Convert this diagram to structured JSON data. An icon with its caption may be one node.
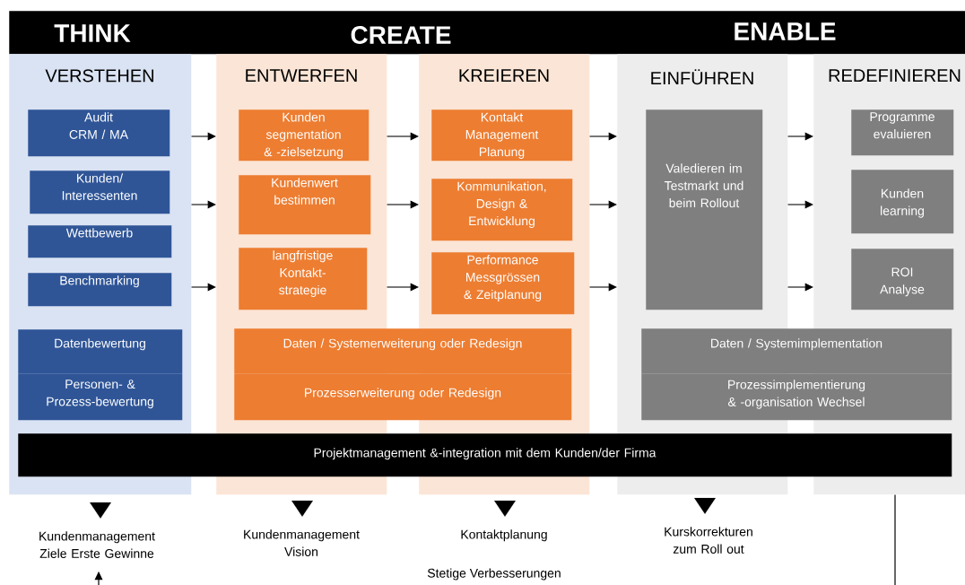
{
  "diagram": {
    "nodes": [
      {
        "text": [
          "THINK",
          "CREATE",
          "ENABLE"
        ]
      },
      {
        "text": [
          "VERSTEHEN"
        ]
      },
      {
        "text": [
          "Audit CRM / MA"
        ],
        "in": 1
      },
      {
        "text": [
          "Kunden/ Interessenten"
        ],
        "in": 1
      },
      {
        "text": [
          "Wettbewerb"
        ],
        "in": 1
      },
      {
        "text": [
          "Benchmarking"
        ],
        "in": 1
      },
      {
        "text": [
          "Datenbewertung"
        ],
        "in": 1
      },
      {
        "text": [
          "Personen- & Prozess-bewertung"
        ],
        "in": 1
      },
      {
        "text": [
          "ENTWERFEN"
        ]
      },
      {
        "text": [
          "Kunden segmentation & -zielsetzung"
        ],
        "in": 8
      },
      {
        "text": [
          "Kundenwert bestimmen"
        ],
        "in": 8
      },
      {
        "text": [
          "langfristige Kontakt-strategie"
        ],
        "in": 8
      },
      {
        "text": [
          "KREIEREN"
        ]
      },
      {
        "text": [
          "Kontakt Management Planung"
        ],
        "in": 12
      },
      {
        "text": [
          "Kommunikation, Design & Entwicklung"
        ],
        "in": 12
      },
      {
        "text": [
          "Performance Messgrössen & Zeitplanung"
        ],
        "in": 12
      },
      {
        "text": [
          "Daten / Systemerweiterung oder Redesign"
        ]
      },
      {
        "text": [
          "Prozesserweiterung oder Redesign"
        ]
      },
      {
        "text": [
          "EINFÜHREN"
        ]
      },
      {
        "text": [
          "Valedieren im Testmarkt und beim Rollout"
        ],
        "in": 18
      },
      {
        "text": [
          "REDEFINIEREN"
        ]
      },
      {
        "text": [
          "Programme evaluieren"
        ],
        "in": 20
      },
      {
        "text": [
          "Kunden learning"
        ],
        "in": 20
      },
      {
        "text": [
          "ROI Analyse"
        ],
        "in": 20
      },
      {
        "text": [
          "Daten / Systemimplementation"
        ]
      },
      {
        "text": [
          "Prozessimplementierung & -organisation Wechsel"
        ]
      },
      {
        "text": [
          "Projektmanagement &-integration mit dem Kunden/der Firma"
        ]
      },
      {
        "text": [
          "Kundenmanagement Ziele Erste Gewinne"
        ]
      },
      {
        "text": [
          "Kundenmanagement Vision"
        ]
      },
      {
        "text": [
          "Kontaktplanung"
        ]
      },
      {
        "text": [
          "Kurskorrekturen zum Roll out"
        ]
      }
    ],
    "edges": [
      {
        "from": 1,
        "to": 8,
        "arrow": "to"
      },
      {
        "from": 1,
        "to": 8,
        "arrow": "to"
      },
      {
        "from": 1,
        "to": 8,
        "arrow": "to"
      },
      {
        "from": 8,
        "to": 12,
        "arrow": "to"
      },
      {
        "from": 8,
        "to": 12,
        "arrow": "to"
      },
      {
        "from": 8,
        "to": 12,
        "arrow": "to"
      },
      {
        "from": 12,
        "to": 18,
        "arrow": "to"
      },
      {
        "from": 12,
        "to": 18,
        "arrow": "to"
      },
      {
        "from": 12,
        "to": 18,
        "arrow": "to"
      },
      {
        "from": 18,
        "to": 20,
        "arrow": "to"
      },
      {
        "from": 18,
        "to": 20,
        "arrow": "to"
      },
      {
        "from": 18,
        "to": 20,
        "arrow": "to"
      },
      {
        "from": 1,
        "to": 27,
        "arrow": "to"
      },
      {
        "from": 8,
        "to": 28,
        "arrow": "to"
      },
      {
        "from": 12,
        "to": 29,
        "arrow": "to"
      },
      {
        "from": 18,
        "to": 30,
        "arrow": "to"
      },
      {
        "from": 20,
        "to": 27,
        "arrow": "to"
      }
    ],
    "labels": [
      "Stetige Verbesserungen"
    ]
  }
}
